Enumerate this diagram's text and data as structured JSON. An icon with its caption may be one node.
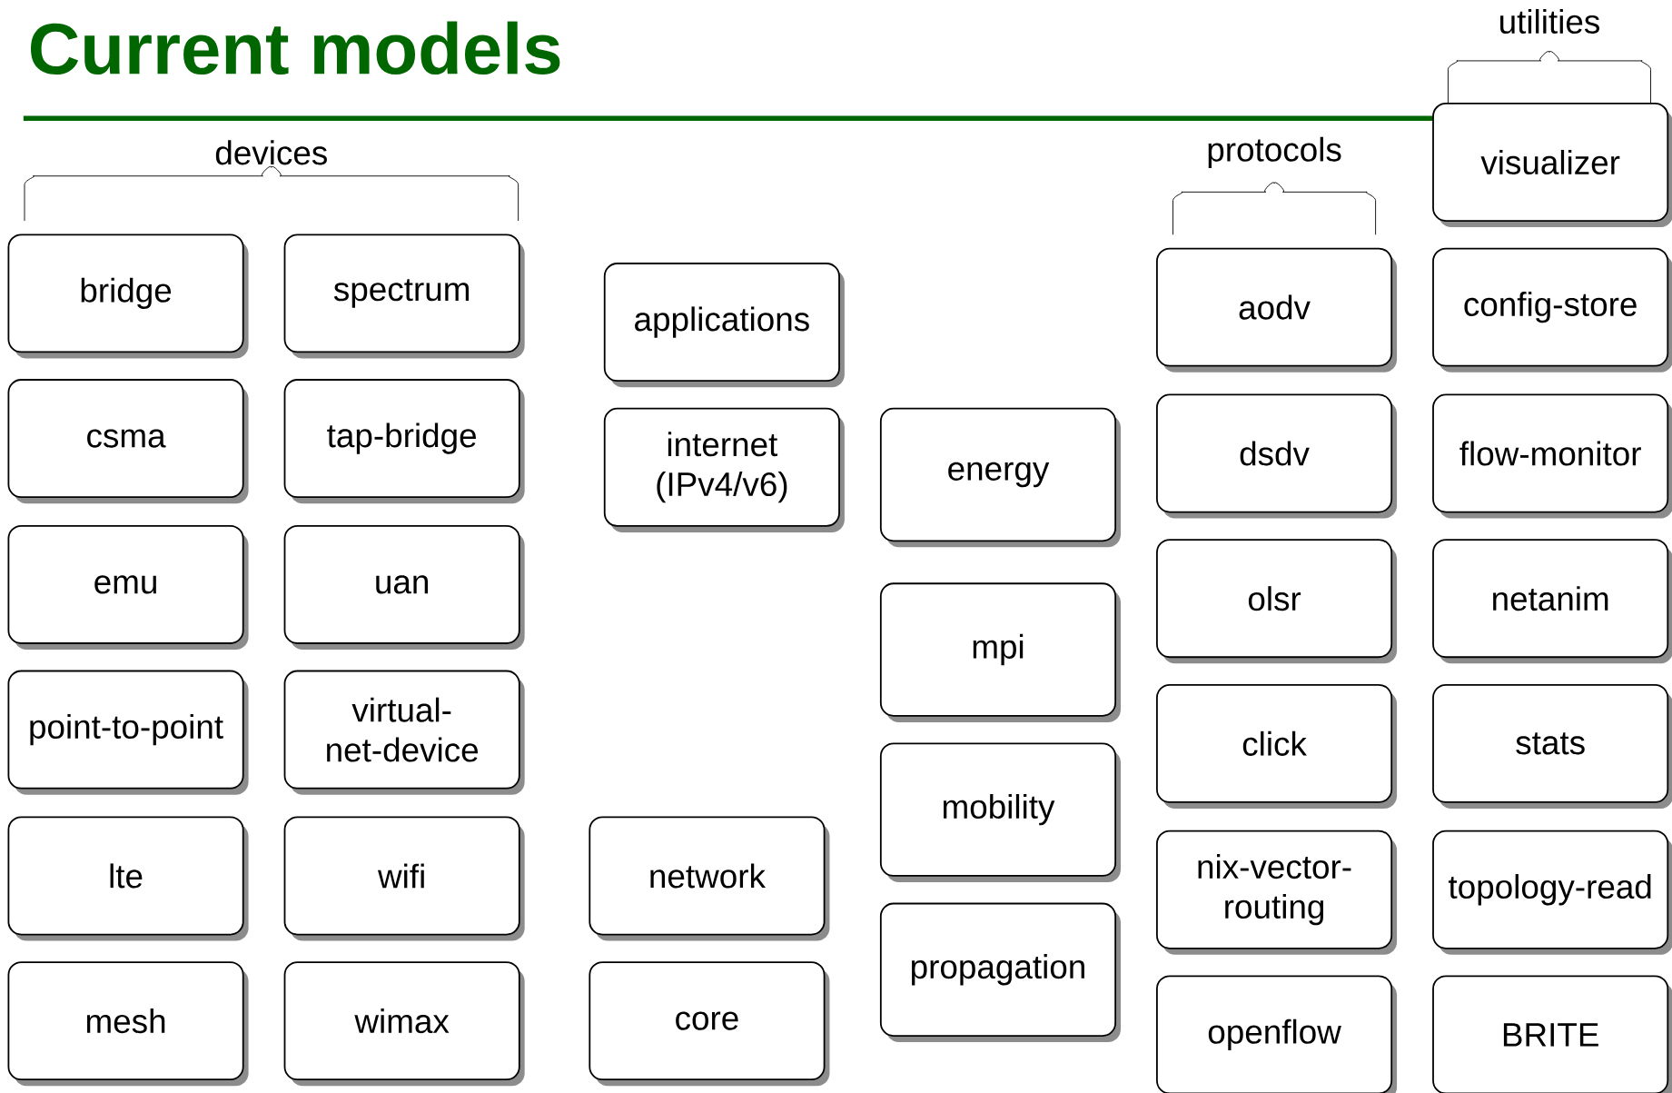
{
  "diagram": {
    "title": "Current models",
    "nodes": [
      {
        "text": [
          "bridge"
        ]
      },
      {
        "text": [
          "spectrum"
        ]
      },
      {
        "text": [
          "csma"
        ]
      },
      {
        "text": [
          "tap-bridge"
        ]
      },
      {
        "text": [
          "emu"
        ]
      },
      {
        "text": [
          "uan"
        ]
      },
      {
        "text": [
          "point-to-point"
        ]
      },
      {
        "text": [
          "virtual-net-device"
        ]
      },
      {
        "text": [
          "lte"
        ]
      },
      {
        "text": [
          "wifi"
        ]
      },
      {
        "text": [
          "mesh"
        ]
      },
      {
        "text": [
          "wimax"
        ]
      },
      {
        "text": [
          "applications"
        ]
      },
      {
        "text": [
          "internet (IPv4/v6)"
        ]
      },
      {
        "text": [
          "network"
        ]
      },
      {
        "text": [
          "core"
        ]
      },
      {
        "text": [
          "energy"
        ]
      },
      {
        "text": [
          "mpi"
        ]
      },
      {
        "text": [
          "mobility"
        ]
      },
      {
        "text": [
          "propagation"
        ]
      },
      {
        "text": [
          "aodv"
        ]
      },
      {
        "text": [
          "dsdv"
        ]
      },
      {
        "text": [
          "olsr"
        ]
      },
      {
        "text": [
          "click"
        ]
      },
      {
        "text": [
          "nix-vector-routing"
        ]
      },
      {
        "text": [
          "openflow"
        ]
      },
      {
        "text": [
          "visualizer"
        ]
      },
      {
        "text": [
          "config-store"
        ]
      },
      {
        "text": [
          "flow-monitor"
        ]
      },
      {
        "text": [
          "netanim"
        ]
      },
      {
        "text": [
          "stats"
        ]
      },
      {
        "text": [
          "topology-read"
        ]
      },
      {
        "text": [
          "BRITE"
        ]
      }
    ],
    "labels": [
      "utilities",
      "devices",
      "protocols"
    ]
  }
}
